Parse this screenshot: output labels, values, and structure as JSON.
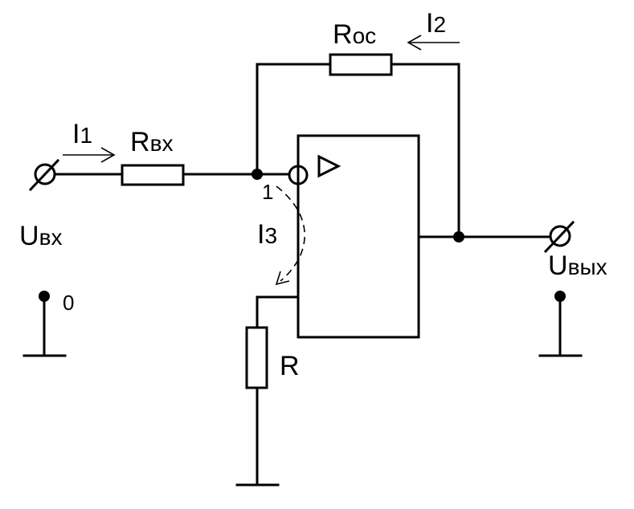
{
  "labels": {
    "r_feedback": {
      "main": "R",
      "sub": "ос"
    },
    "i2": {
      "main": "I",
      "sub": "2"
    },
    "i1": {
      "main": "I",
      "sub": "1"
    },
    "r_input": {
      "main": "R",
      "sub": "вх"
    },
    "u_input": {
      "main": "U",
      "sub": "вх"
    },
    "node_1": "1",
    "i3": {
      "main": "I",
      "sub": "3"
    },
    "u_output": {
      "main": "U",
      "sub": "вых"
    },
    "zero": "0",
    "r_ground": "R"
  },
  "colors": {
    "line": "#000000",
    "background": "#ffffff"
  },
  "symbols": {
    "opamp_output_marker": "triangle-icon",
    "inverting_input": "inversion-circle",
    "terminals": "terminal-slash"
  }
}
